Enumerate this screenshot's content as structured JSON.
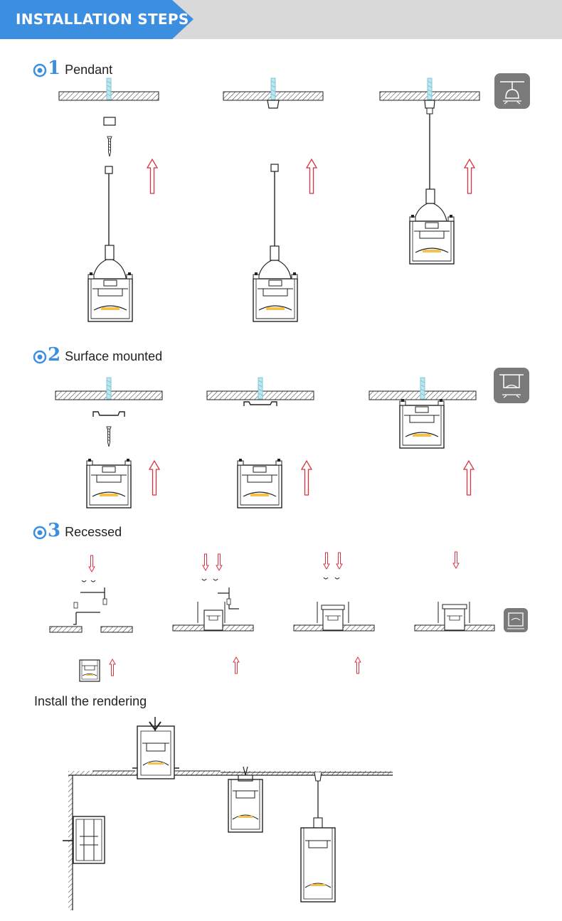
{
  "header": {
    "title": "INSTALLATION STEPS"
  },
  "steps": [
    {
      "number": "1",
      "label": "Pendant"
    },
    {
      "number": "2",
      "label": "Surface mounted"
    },
    {
      "number": "3",
      "label": "Recessed"
    }
  ],
  "rendering": {
    "title": "Install the rendering"
  },
  "colors": {
    "accent": "#3b8ee0",
    "arrow": "#d9333f",
    "header_bg": "#d9d9d9",
    "badge": "#7a7a7a",
    "anchor": "#7ec8d8"
  }
}
